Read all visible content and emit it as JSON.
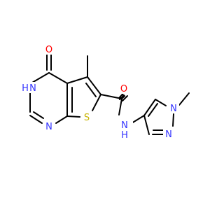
{
  "colors": {
    "background": "#ffffff",
    "bond": "#000000",
    "N": "#3333ff",
    "O": "#ff0000",
    "S": "#c8b400"
  },
  "atoms": {
    "O_carbonyl_ring": "O",
    "NH_ring_N": "N",
    "NH_ring_H": "H",
    "N_ring_lower": "N",
    "S_thiophene": "S",
    "O_amide": "O",
    "NH_amide_N": "N",
    "NH_amide_H": "H",
    "N_pyrazole_1": "N",
    "N_pyrazole_2": "N"
  }
}
